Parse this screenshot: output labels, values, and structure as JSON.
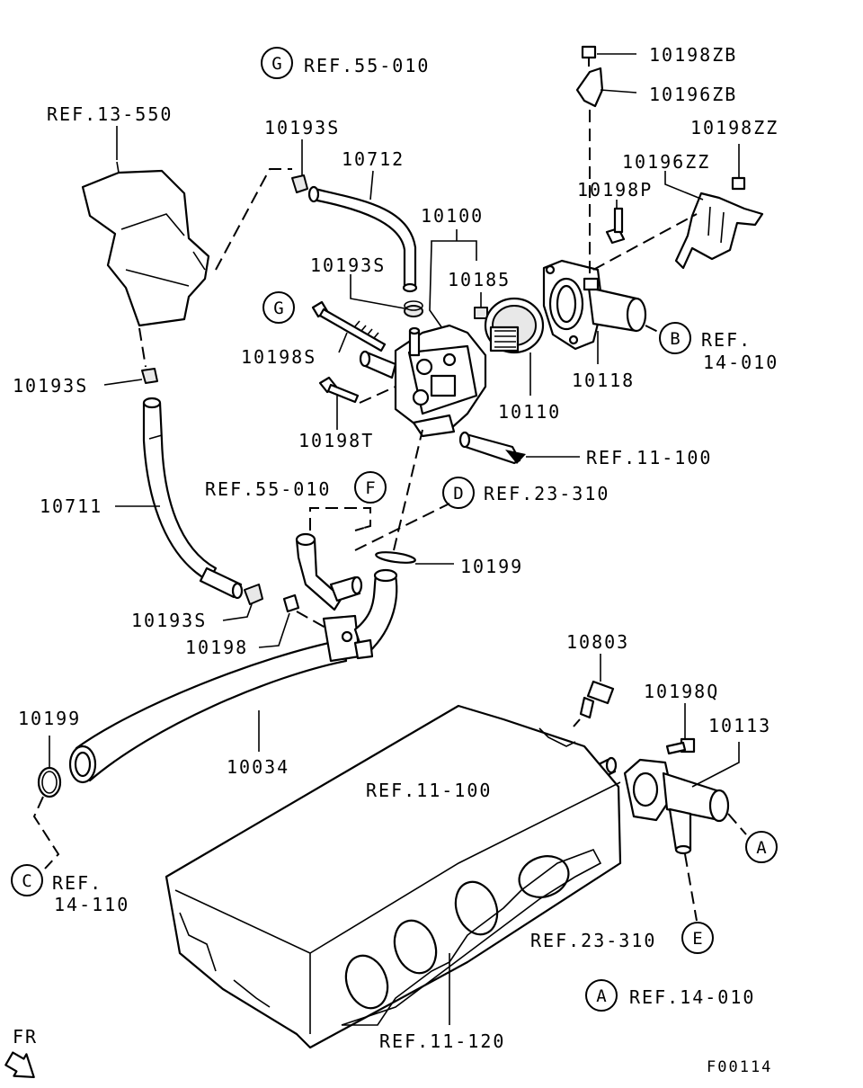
{
  "labels": {
    "ref_55_010_top": "REF.55-010",
    "ref_13_550": "REF.13-550",
    "p10193s_a": "10193S",
    "p10712": "10712",
    "p10193s_b": "10193S",
    "p10100": "10100",
    "p10185": "10185",
    "p10198s": "10198S",
    "p10193s_c": "10193S",
    "p10198t": "10198T",
    "p10110": "10110",
    "p10118": "10118",
    "p10198zb": "10198ZB",
    "p10196zb": "10196ZB",
    "p10198zz": "10198ZZ",
    "p10196zz": "10196ZZ",
    "p10198p": "10198P",
    "ref_14_010_b1": "REF.",
    "ref_14_010_b2": "14-010",
    "ref_11_100_a": "REF.11-100",
    "ref_55_010_f": "REF.55-010",
    "ref_23_310_d": "REF.23-310",
    "p10711": "10711",
    "p10199_a": "10199",
    "p10193s_d": "10193S",
    "p10198": "10198",
    "p10803": "10803",
    "p10198q": "10198Q",
    "p10113": "10113",
    "p10199_b": "10199",
    "p10034": "10034",
    "ref_11_100_b": "REF.11-100",
    "ref_14_110_1": "REF.",
    "ref_14_110_2": "14-110",
    "ref_23_310_e": "REF.23-310",
    "ref_14_010_a": "REF.14-010",
    "ref_11_120": "REF.11-120",
    "fr": "FR",
    "figure_code": "F00114"
  },
  "markers": {
    "g_top": "G",
    "g_left": "G",
    "b": "B",
    "f": "F",
    "d": "D",
    "c": "C",
    "a_right": "A",
    "e": "E",
    "a_legend": "A"
  }
}
